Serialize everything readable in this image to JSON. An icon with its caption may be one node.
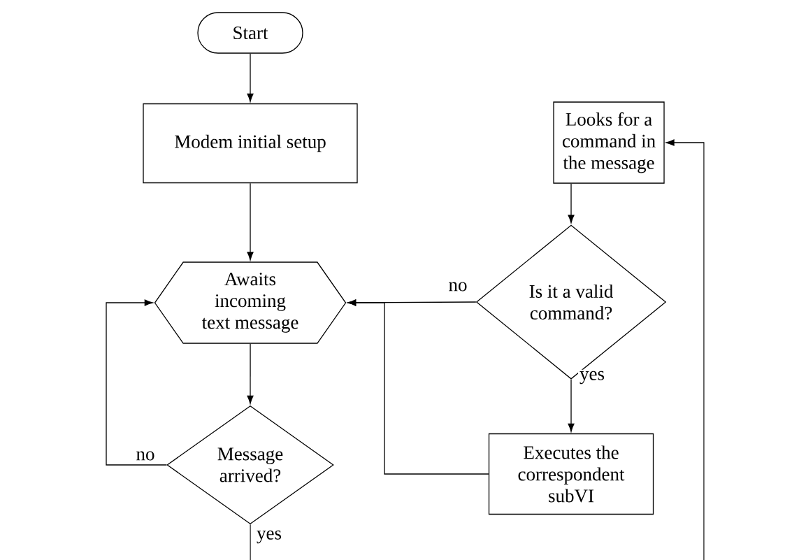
{
  "diagram": {
    "nodes": [
      {
        "text": [
          "Start"
        ]
      },
      {
        "text": [
          "Modem initial setup"
        ]
      },
      {
        "text": [
          "Awaits incoming text message"
        ]
      },
      {
        "text": [
          "Message arrived?"
        ]
      },
      {
        "text": [
          "Looks for a command in the message"
        ]
      },
      {
        "text": [
          "Is it a valid command?"
        ]
      },
      {
        "text": [
          "Executes the correspondent subVI"
        ]
      }
    ],
    "edges": [
      {
        "from": 0,
        "to": 1,
        "arrow": "to"
      },
      {
        "from": 1,
        "to": 2,
        "arrow": "to"
      },
      {
        "from": 2,
        "to": 3,
        "arrow": "to"
      },
      {
        "from": 3,
        "to": 2,
        "label": "no",
        "arrow": "to"
      },
      {
        "from": 3,
        "to": 4,
        "label": "yes",
        "arrow": "to"
      },
      {
        "from": 4,
        "to": 5,
        "arrow": "to"
      },
      {
        "from": 5,
        "to": 2,
        "label": "no",
        "arrow": "to"
      },
      {
        "from": 5,
        "to": 6,
        "label": "yes",
        "arrow": "to"
      },
      {
        "from": 6,
        "to": 2,
        "arrow": "to"
      }
    ]
  }
}
